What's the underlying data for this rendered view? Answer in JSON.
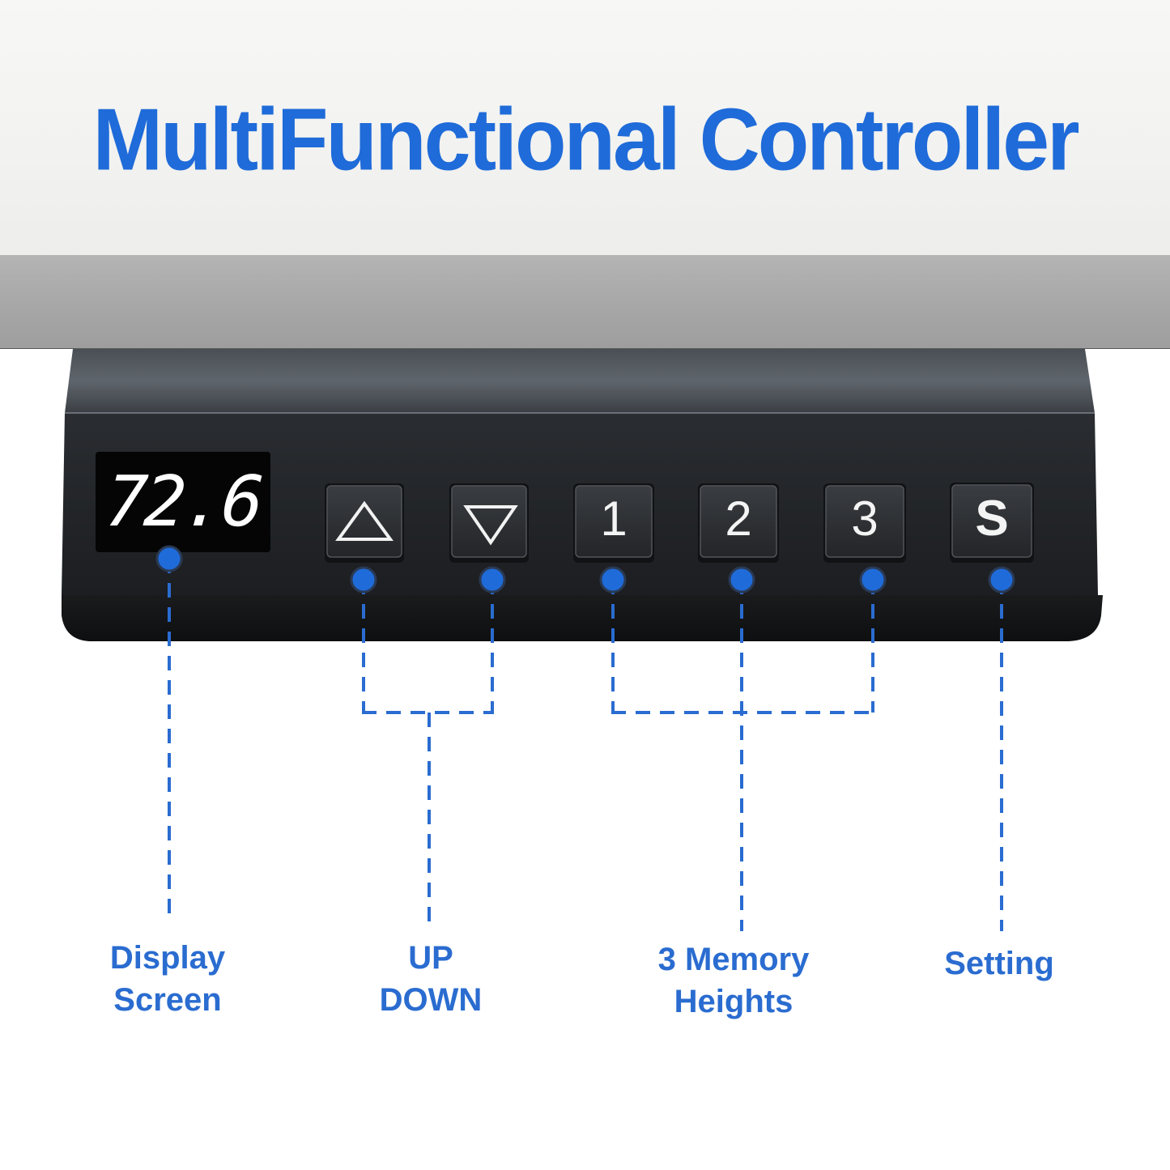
{
  "headline": "MultiFunctional Controller",
  "display": {
    "reading": "72.6"
  },
  "buttons": {
    "memory_1": "1",
    "memory_2": "2",
    "memory_3": "3",
    "setting": "S"
  },
  "callouts": {
    "display_line1": "Display",
    "display_line2": "Screen",
    "updown_line1": "UP",
    "updown_line2": "DOWN",
    "memory_line1": "3 Memory",
    "memory_line2": "Heights",
    "setting": "Setting"
  },
  "colors": {
    "accent_blue": "#1f6bd9",
    "controller_body": "#1f2124",
    "button_face": "#2a2c2f"
  },
  "icons": [
    "up-arrow-icon",
    "down-arrow-icon"
  ]
}
